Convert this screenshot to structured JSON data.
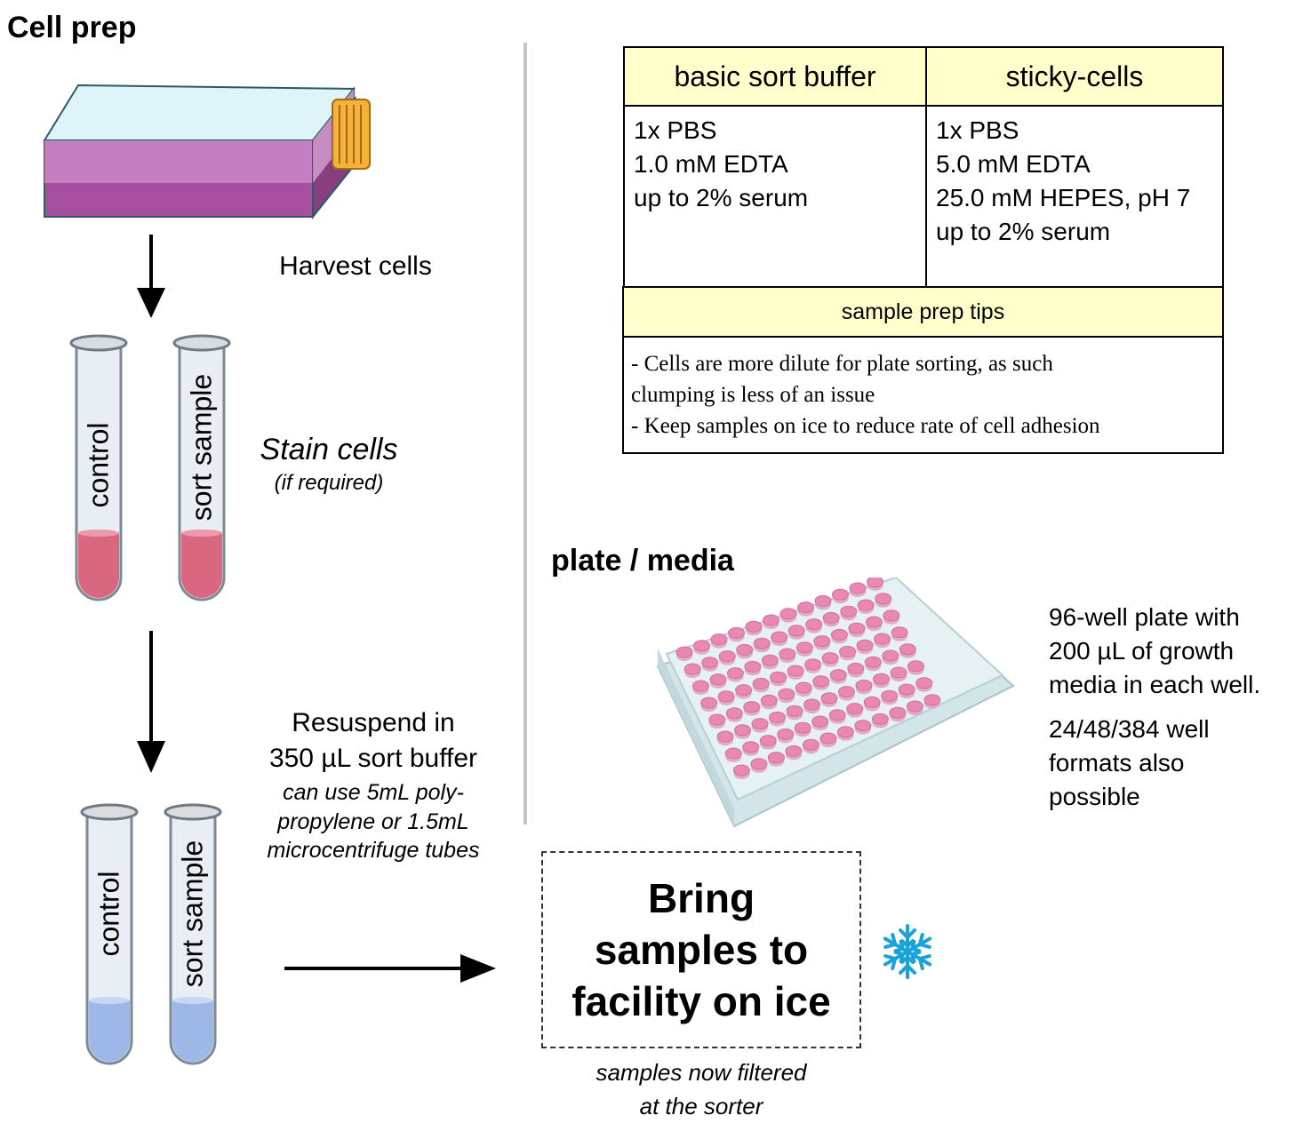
{
  "left": {
    "title": "Cell prep",
    "harvest": "Harvest cells",
    "stain": "Stain cells",
    "stain_note": "(if required)",
    "resuspend_line1": "Resuspend in",
    "resuspend_line2": "350 µL sort buffer",
    "tube_note_1": "can use 5mL poly-",
    "tube_note_2": "propylene or 1.5mL",
    "tube_note_3": "microcentrifuge tubes",
    "tube_label_control": "control",
    "tube_label_sample": "sort sample"
  },
  "buffers": {
    "col1_header": "basic sort buffer",
    "col2_header": "sticky-cells",
    "col1_lines": [
      "1x PBS",
      "1.0 mM EDTA",
      "up to 2% serum"
    ],
    "col2_lines": [
      "1x PBS",
      "5.0 mM EDTA",
      "25.0 mM HEPES, pH 7",
      "up to 2% serum"
    ]
  },
  "tips": {
    "header": "sample prep tips",
    "line1": "- Cells are more dilute for plate sorting, as such",
    "line2": "clumping is less of an issue",
    "line3": "- Keep samples on ice to reduce rate of cell adhesion"
  },
  "plate": {
    "title": "plate / media",
    "desc1": "96-well plate with",
    "desc2": "200 µL of growth",
    "desc3": "media in each well.",
    "formats1": "24/48/384 well",
    "formats2": "formats also",
    "formats3": "possible"
  },
  "bring": {
    "line1": "Bring",
    "line2": "samples to",
    "line3": "facility on ice",
    "note1": "samples now filtered",
    "note2": "at the sorter"
  },
  "icons": {
    "snowflake": "snowflake-icon",
    "flask": "cell-culture-flask-icon",
    "tube": "test-tube-icon",
    "plate": "well-plate-icon",
    "arrow": "arrow-icon"
  },
  "colors": {
    "header_fill": "#ffffcc",
    "stain_liquid": "#d9677f",
    "buffer_liquid": "#9db7e8",
    "snowflake": "#1aa3d9",
    "flask_media": "#a64f9e"
  }
}
